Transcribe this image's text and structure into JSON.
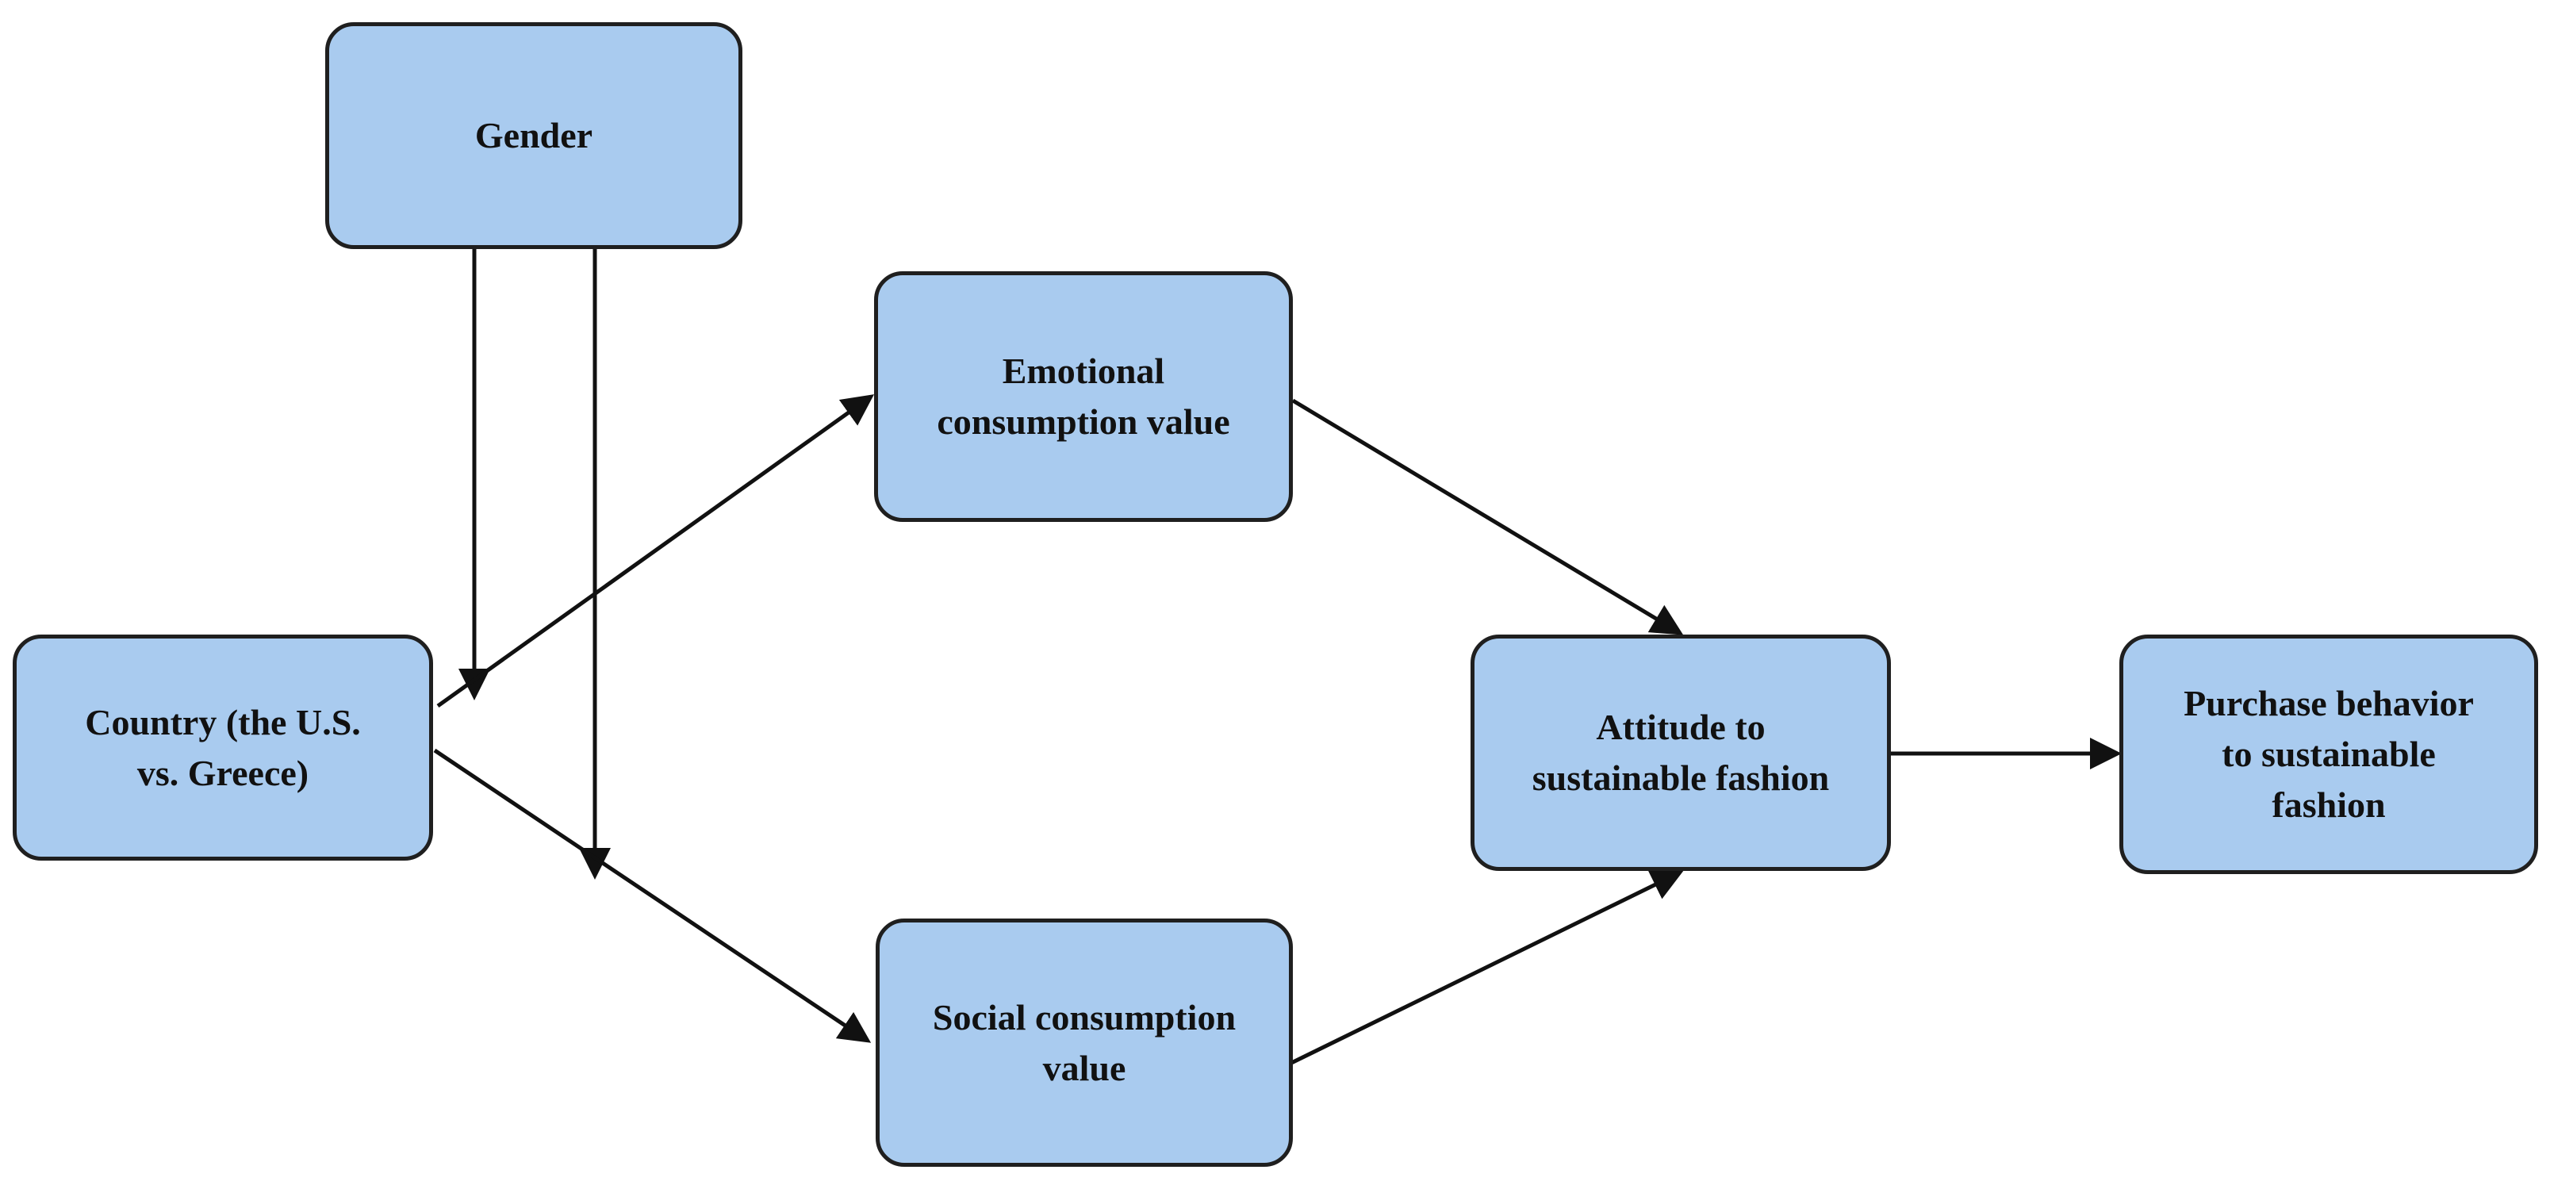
{
  "nodes": {
    "gender": {
      "label": "Gender"
    },
    "country": {
      "label": "Country (the U.S.\nvs. Greece)"
    },
    "emotional": {
      "label": "Emotional\nconsumption value"
    },
    "social": {
      "label": "Social consumption\nvalue"
    },
    "attitude": {
      "label": "Attitude to\nsustainable fashion"
    },
    "purchase": {
      "label": "Purchase behavior\nto sustainable\nfashion"
    }
  },
  "style": {
    "node_fill": "#a9cbef",
    "node_border": "#1f1f1f",
    "arrow_color": "#111111",
    "text_color": "#111111"
  }
}
